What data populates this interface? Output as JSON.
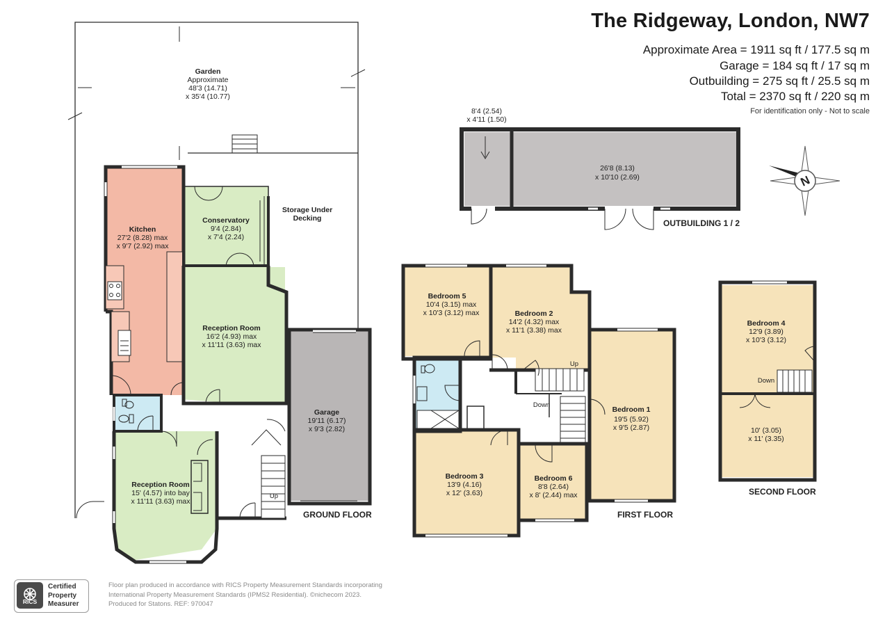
{
  "header": {
    "title": "The Ridgeway, London, NW7",
    "areas": [
      "Approximate Area = 1911 sq ft / 177.5 sq m",
      "Garage = 184 sq ft / 17 sq m",
      "Outbuilding = 275 sq ft / 25.5 sq m",
      "Total = 2370 sq ft / 220 sq m"
    ],
    "disclaimer": "For identification only - Not to scale"
  },
  "compass": {
    "letter": "N"
  },
  "floors": {
    "ground": "GROUND FLOOR",
    "first": "FIRST FLOOR",
    "second": "SECOND FLOOR",
    "outbuilding": "OUTBUILDING 1 / 2"
  },
  "rooms": {
    "garden": {
      "name": "Garden",
      "lines": [
        "Approximate",
        "48'3 (14.71)",
        "x 35'4 (10.77)"
      ]
    },
    "storage": {
      "name": "Storage Under",
      "name2": "Decking"
    },
    "kitchen": {
      "name": "Kitchen",
      "lines": [
        "27'2 (8.28) max",
        "x 9'7 (2.92) max"
      ]
    },
    "conservatory": {
      "name": "Conservatory",
      "lines": [
        "9'4 (2.84)",
        "x 7'4 (2.24)"
      ]
    },
    "reception_rear": {
      "name": "Reception Room",
      "lines": [
        "16'2 (4.93) max",
        "x 11'11 (3.63) max"
      ]
    },
    "garage": {
      "name": "Garage",
      "lines": [
        "19'11 (6.17)",
        "x 9'3 (2.82)"
      ]
    },
    "reception_front": {
      "name": "Reception Room",
      "lines": [
        "15' (4.57) into bay",
        "x 11'11 (3.63) max"
      ]
    },
    "bedroom5": {
      "name": "Bedroom 5",
      "lines": [
        "10'4 (3.15) max",
        "x 10'3 (3.12) max"
      ]
    },
    "bedroom2": {
      "name": "Bedroom 2",
      "lines": [
        "14'2 (4.32) max",
        "x 11'1 (3.38) max"
      ]
    },
    "bedroom1": {
      "name": "Bedroom 1",
      "lines": [
        "19'5 (5.92)",
        "x 9'5 (2.87)"
      ]
    },
    "bedroom3": {
      "name": "Bedroom 3",
      "lines": [
        "13'9 (4.16)",
        "x 12' (3.63)"
      ]
    },
    "bedroom6": {
      "name": "Bedroom 6",
      "lines": [
        "8'8 (2.64)",
        "x 8' (2.44) max"
      ]
    },
    "bedroom4": {
      "name": "Bedroom 4",
      "lines": [
        "12'9 (3.89)",
        "x 10'3 (3.12)"
      ]
    },
    "second_room": {
      "lines": [
        "10' (3.05)",
        "x 11' (3.35)"
      ]
    },
    "outbuilding_small": {
      "lines": [
        "8'4 (2.54)",
        "x 4'11 (1.50)"
      ]
    },
    "outbuilding_main": {
      "lines": [
        "26'8 (8.13)",
        "x 10'10 (2.69)"
      ]
    }
  },
  "stairs": {
    "up": "Up",
    "down": "Down"
  },
  "footer": {
    "lines": [
      "Floor plan produced in accordance with RICS Property Measurement Standards incorporating",
      "International Property Measurement Standards (IPMS2 Residential).  ©nichecom 2023.",
      "Produced for Statons.   REF: 970047"
    ],
    "badge": {
      "logo_text": "RICS",
      "lines": [
        "Certified",
        "Property",
        "Measurer"
      ]
    }
  },
  "colors": {
    "wall": "#2b2b2b",
    "kitchen": "#f3b9a6",
    "living": "#d9ecc4",
    "bedroom": "#f6e3ba",
    "bath": "#cdeaf3",
    "garage": "#b9b6b6",
    "outbuilding": "#c4c1c1"
  }
}
